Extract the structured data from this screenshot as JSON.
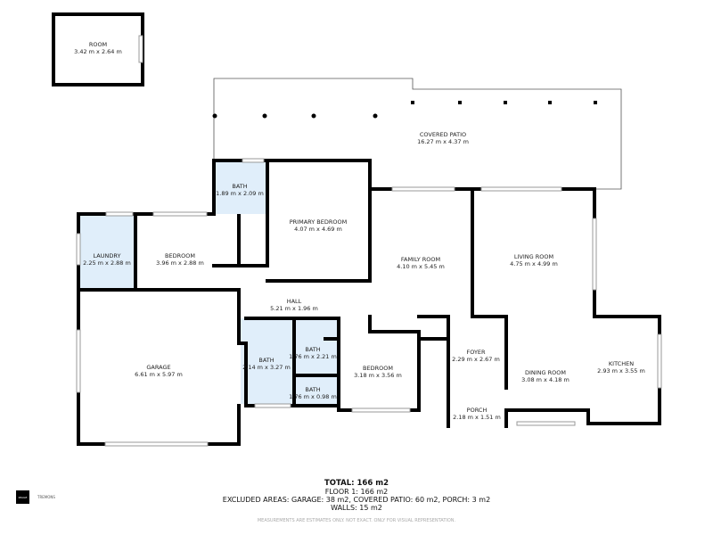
{
  "colors": {
    "wall": "#000000",
    "bath_fill": "#e0eefa",
    "background": "#ffffff"
  },
  "rooms": {
    "room": {
      "name": "ROOM",
      "size": "3.42 m x 2.64 m"
    },
    "covered_patio": {
      "name": "COVERED PATIO",
      "size": "16.27 m x 4.37 m"
    },
    "bath_primary": {
      "name": "BATH",
      "size": "1.89 m x 2.09 m"
    },
    "primary_bedroom": {
      "name": "PRIMARY BEDROOM",
      "size": "4.07 m x 4.69 m"
    },
    "laundry": {
      "name": "LAUNDRY",
      "size": "2.25 m x 2.88 m"
    },
    "bedroom1": {
      "name": "BEDROOM",
      "size": "3.96 m x 2.88 m"
    },
    "family_room": {
      "name": "FAMILY ROOM",
      "size": "4.10 m x 5.45 m"
    },
    "living_room": {
      "name": "LIVING ROOM",
      "size": "4.75 m x 4.99 m"
    },
    "hall": {
      "name": "HALL",
      "size": "5.21 m x 1.96 m"
    },
    "garage": {
      "name": "GARAGE",
      "size": "6.61 m x 5.97 m"
    },
    "bath2": {
      "name": "BATH",
      "size": "2.14 m x 3.27 m"
    },
    "bath3": {
      "name": "BATH",
      "size": "1.76 m x 2.21 m"
    },
    "bath4": {
      "name": "BATH",
      "size": "1.76 m x 0.98 m"
    },
    "bedroom2": {
      "name": "BEDROOM",
      "size": "3.18 m x 3.56 m"
    },
    "foyer": {
      "name": "FOYER",
      "size": "2.29 m x 2.67 m"
    },
    "porch": {
      "name": "PORCH",
      "size": "2.18 m x 1.51 m"
    },
    "dining_room": {
      "name": "DINING ROOM",
      "size": "3.08 m x 4.18 m"
    },
    "kitchen": {
      "name": "KITCHEN",
      "size": "2.93 m x 3.55 m"
    }
  },
  "summary": {
    "total": "TOTAL: 166 m2",
    "floor1": "FLOOR 1: 166 m2",
    "excluded": "EXCLUDED AREAS: GARAGE: 38 m2, COVERED PATIO: 60 m2, PORCH: 3 m2",
    "walls": "WALLS: 15 m2",
    "disclaimer": "MEASUREMENTS ARE ESTIMATES ONLY. NOT EXACT. ONLY FOR VISUAL REPRESENTATION."
  },
  "branding": {
    "logo_text": "IMAGE",
    "brand_text": "TREMONS"
  }
}
